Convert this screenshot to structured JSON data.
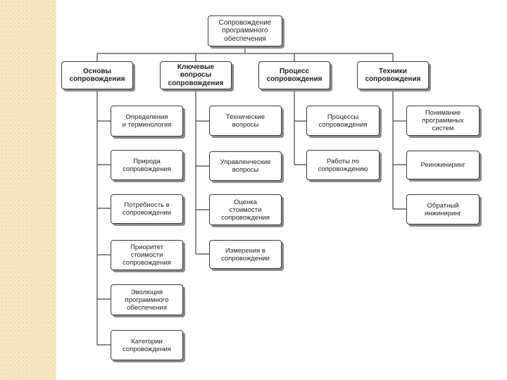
{
  "root": {
    "label": "Сопровождение\nпрограммного\nобеспечения"
  },
  "categories": [
    {
      "label": "Основы\nсопровождения",
      "items": [
        "Определения\nи терминология",
        "Природа\nсопровождения",
        "Потребность в\nсопровождении",
        "Приоритет\nстоимости\nсопровождения",
        "Эволюция\nпрограммного\nобеспечения",
        "Категории\nсопровождения"
      ]
    },
    {
      "label": "Ключевые\nвопросы\nсопровождения",
      "items": [
        "Технические\nвопросы",
        "Управленческие\nвопросы",
        "Оценка\nстоимости\nсопровождения",
        "Измерения в\nсопровождении"
      ]
    },
    {
      "label": "Процесс\nсопровождения",
      "items": [
        "Процессы\nсопровождения",
        "Работы по\nсопровождению"
      ]
    },
    {
      "label": "Техники\nсопровождения",
      "items": [
        "Понимание\nпрограммных\nсистем",
        "Реинжиниринг",
        "Обратный\nинжиниринг"
      ]
    }
  ]
}
